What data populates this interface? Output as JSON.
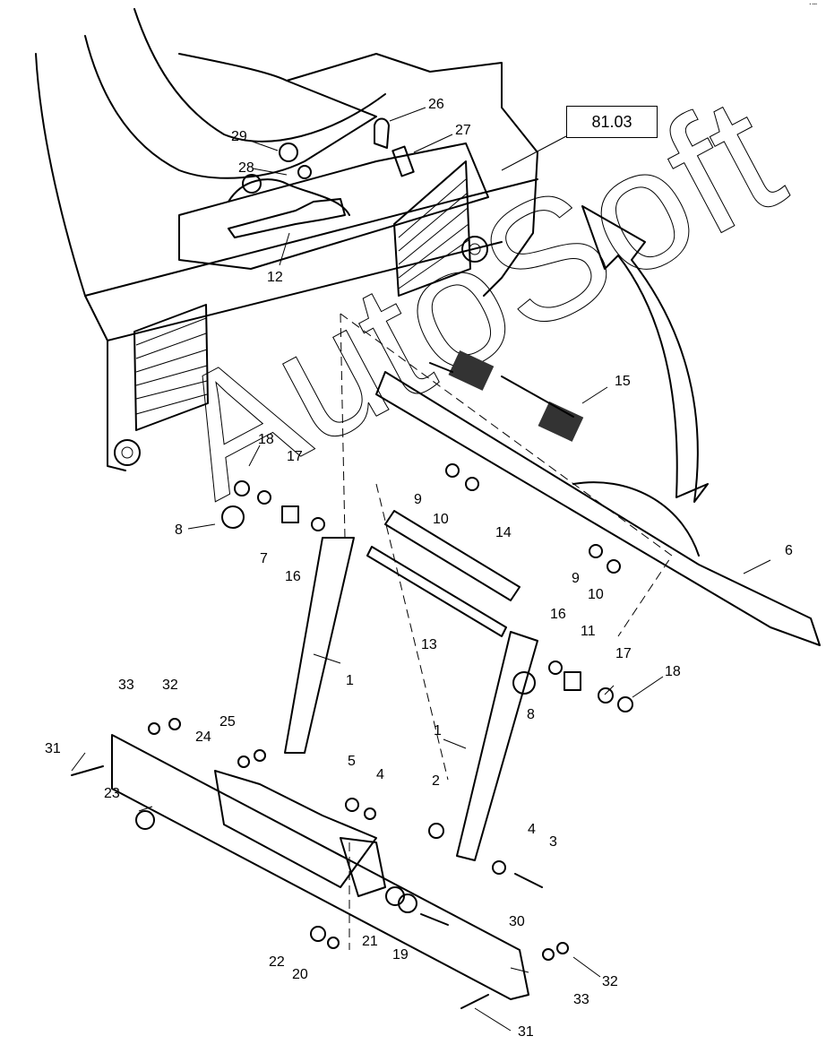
{
  "diagram": {
    "reference_box": "81.03",
    "watermark": "AutoSoft",
    "corner_mark": "▪︎ ▪︎▪︎▪︎",
    "callouts": [
      {
        "id": "c29",
        "label": "29"
      },
      {
        "id": "c28",
        "label": "28"
      },
      {
        "id": "c26",
        "label": "26"
      },
      {
        "id": "c27",
        "label": "27"
      },
      {
        "id": "c12",
        "label": "12"
      },
      {
        "id": "c15",
        "label": "15"
      },
      {
        "id": "c18a",
        "label": "18"
      },
      {
        "id": "c17a",
        "label": "17"
      },
      {
        "id": "c8a",
        "label": "8"
      },
      {
        "id": "c7",
        "label": "7"
      },
      {
        "id": "c16a",
        "label": "16"
      },
      {
        "id": "c9a",
        "label": "9"
      },
      {
        "id": "c10a",
        "label": "10"
      },
      {
        "id": "c14",
        "label": "14"
      },
      {
        "id": "c6",
        "label": "6"
      },
      {
        "id": "c9b",
        "label": "9"
      },
      {
        "id": "c10b",
        "label": "10"
      },
      {
        "id": "c16b",
        "label": "16"
      },
      {
        "id": "c11",
        "label": "11"
      },
      {
        "id": "c13",
        "label": "13"
      },
      {
        "id": "c1a",
        "label": "1"
      },
      {
        "id": "c17b",
        "label": "17"
      },
      {
        "id": "c18b",
        "label": "18"
      },
      {
        "id": "c8b",
        "label": "8"
      },
      {
        "id": "c1b",
        "label": "1"
      },
      {
        "id": "c33a",
        "label": "33"
      },
      {
        "id": "c32a",
        "label": "32"
      },
      {
        "id": "c25",
        "label": "25"
      },
      {
        "id": "c24",
        "label": "24"
      },
      {
        "id": "c31a",
        "label": "31"
      },
      {
        "id": "c23",
        "label": "23"
      },
      {
        "id": "c5",
        "label": "5"
      },
      {
        "id": "c4a",
        "label": "4"
      },
      {
        "id": "c2",
        "label": "2"
      },
      {
        "id": "c4b",
        "label": "4"
      },
      {
        "id": "c3",
        "label": "3"
      },
      {
        "id": "c30",
        "label": "30"
      },
      {
        "id": "c21",
        "label": "21"
      },
      {
        "id": "c19",
        "label": "19"
      },
      {
        "id": "c22",
        "label": "22"
      },
      {
        "id": "c20",
        "label": "20"
      },
      {
        "id": "c32b",
        "label": "32"
      },
      {
        "id": "c33b",
        "label": "33"
      },
      {
        "id": "c31b",
        "label": "31"
      }
    ]
  }
}
